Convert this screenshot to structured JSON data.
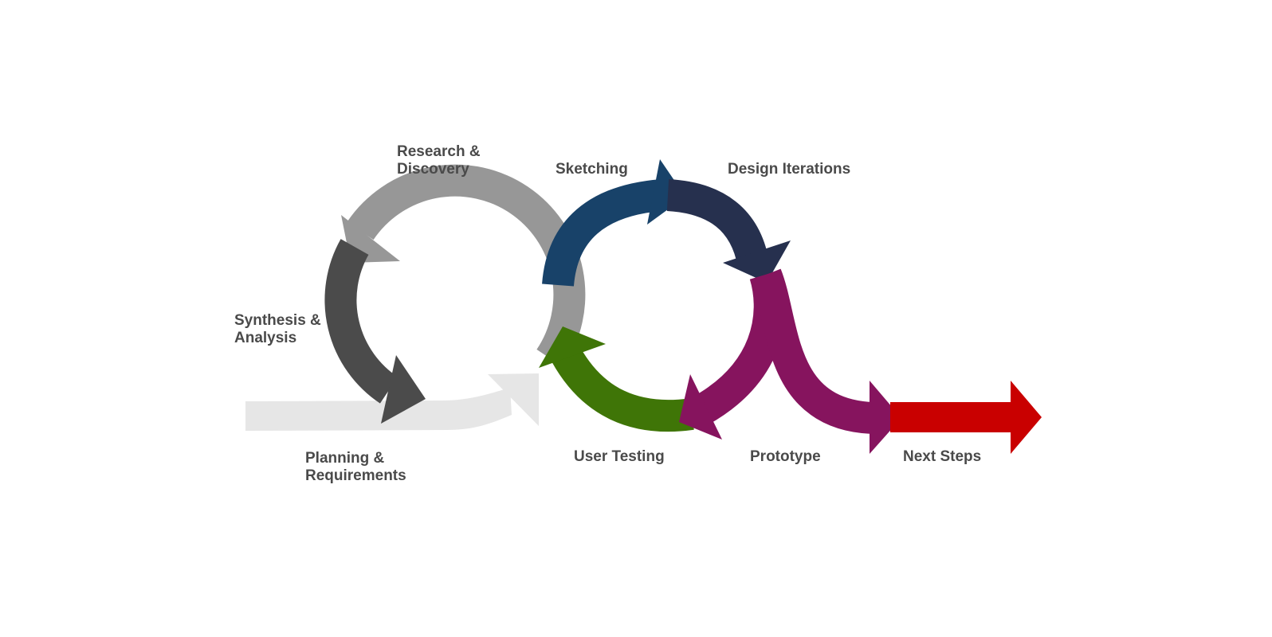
{
  "colors": {
    "planning": "#e6e6e6",
    "research": "#979797",
    "synthesis": "#4b4b4b",
    "sketching": "#184269",
    "design": "#26304e",
    "prototype": "#86145e",
    "user_testing": "#3f7507",
    "next_steps": "#c90000",
    "label_text": "#4a4a4a"
  },
  "stages": {
    "research": {
      "line1": "Research &",
      "line2": "Discovery"
    },
    "synthesis": {
      "line1": "Synthesis &",
      "line2": "Analysis"
    },
    "planning": {
      "line1": "Planning &",
      "line2": "Requirements"
    },
    "sketching": {
      "line1": "Sketching"
    },
    "design": {
      "line1": "Design Iterations"
    },
    "user_testing": {
      "line1": "User Testing"
    },
    "prototype": {
      "line1": "Prototype"
    },
    "next_steps": {
      "line1": "Next Steps"
    }
  }
}
